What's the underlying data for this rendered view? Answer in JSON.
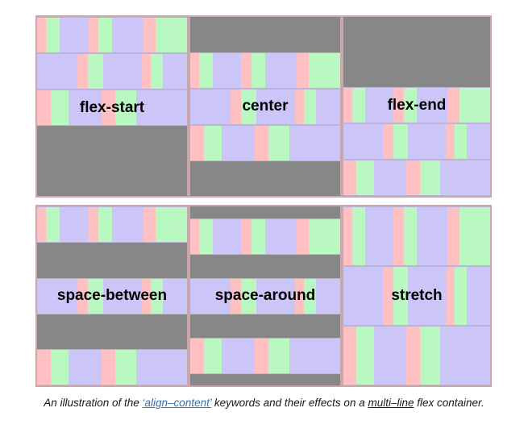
{
  "figure": {
    "panels": [
      {
        "id": "flex-start",
        "label": "flex-start",
        "align_content": "flex-start"
      },
      {
        "id": "center",
        "label": "center",
        "align_content": "center"
      },
      {
        "id": "flex-end",
        "label": "flex-end",
        "align_content": "flex-end"
      },
      {
        "id": "space-between",
        "label": "space-between",
        "align_content": "space-between"
      },
      {
        "id": "space-around",
        "label": "space-around",
        "align_content": "space-around"
      },
      {
        "id": "stretch",
        "label": "stretch",
        "align_content": "stretch"
      }
    ],
    "line_count_per_panel": 3,
    "colors": {
      "container_background": "#878787",
      "panel_border": "#c9a8ad",
      "item_pink": "#ffc0c4",
      "item_green": "#baf8c2",
      "item_purple": "#ccc6f8",
      "line_border": "#b9b4d8",
      "label_text": "#000000",
      "link_blue": "#3171b0",
      "caption_text": "#1a1a1a",
      "page_background": "#ffffff"
    },
    "stripe_rows": [
      [
        "pink",
        "green",
        "purple",
        "pink",
        "green",
        "purple",
        "pink",
        "green"
      ],
      [
        "purple",
        "pink",
        "green",
        "purple",
        "pink",
        "green",
        "purple"
      ],
      [
        "pink",
        "green",
        "purple",
        "pink",
        "green",
        "purple"
      ]
    ]
  },
  "caption": {
    "part1": "An illustration of the ",
    "link1": "‘align–content’",
    "part2": " keywords and their effects on a ",
    "link2": "multi–line",
    "part3": " flex container."
  }
}
